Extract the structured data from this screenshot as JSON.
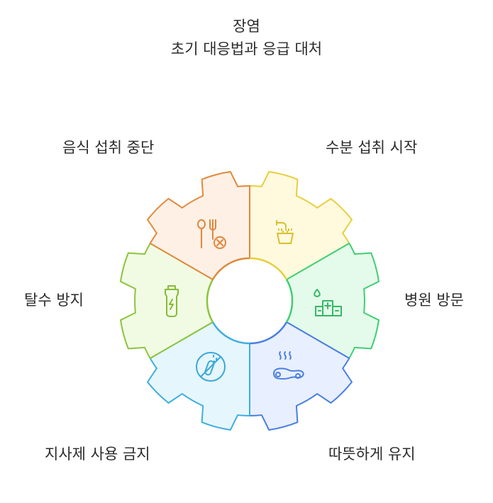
{
  "title": {
    "line1": "장염",
    "line2": "초기 대응법과 응급 대처"
  },
  "segments": [
    {
      "label": "수분 섭취 시작",
      "icon": "faucet-bucket-icon",
      "fill": "#fff9de",
      "stroke": "#e6cf3c"
    },
    {
      "label": "병원 방문",
      "icon": "hospital-icon",
      "fill": "#e4faea",
      "stroke": "#3fcf73"
    },
    {
      "label": "따뜻하게 유지",
      "icon": "hot-compress-icon",
      "fill": "#e8effe",
      "stroke": "#4a7fe0"
    },
    {
      "label": "지사제 사용 금지",
      "icon": "no-medicine-icon",
      "fill": "#e6f6fd",
      "stroke": "#3eaee0"
    },
    {
      "label": "탈수 방지",
      "icon": "water-bottle-icon",
      "fill": "#f1fbe4",
      "stroke": "#8cc43c"
    },
    {
      "label": "음식 섭취 중단",
      "icon": "no-food-icon",
      "fill": "#fff0e6",
      "stroke": "#e08a3c"
    }
  ]
}
